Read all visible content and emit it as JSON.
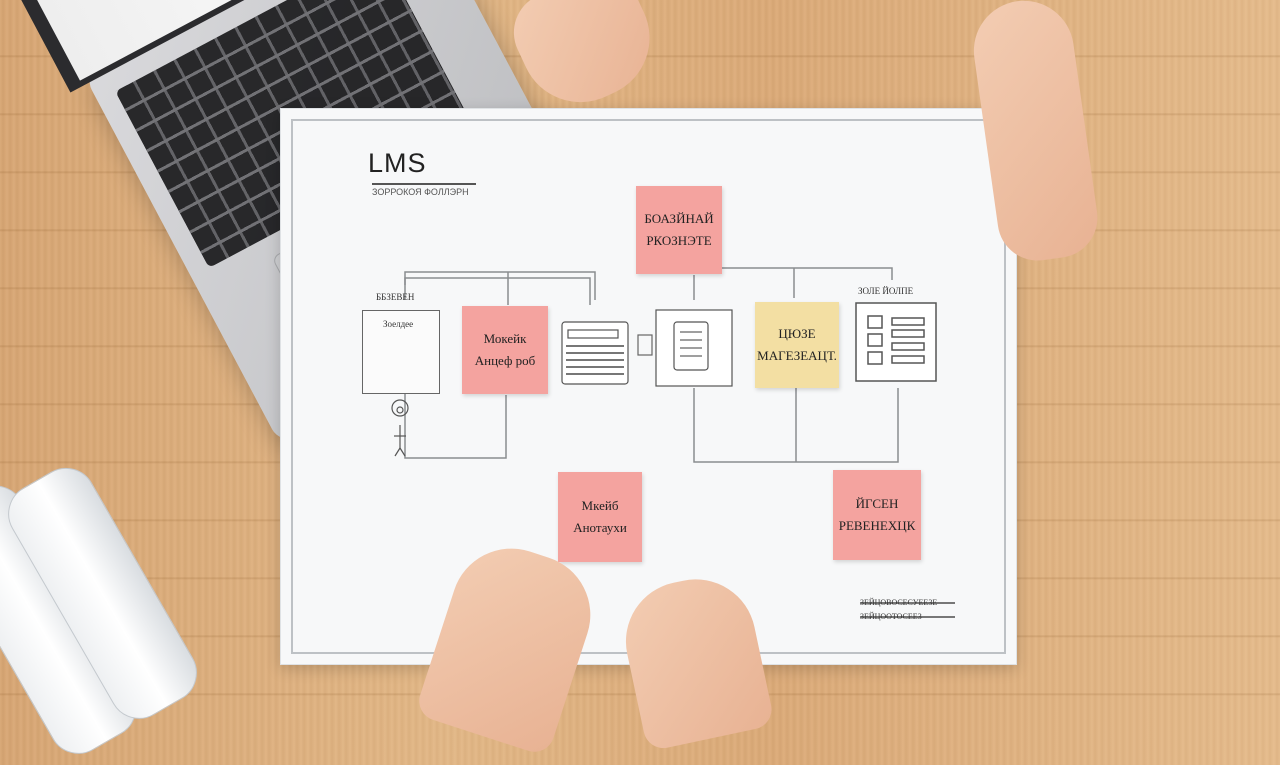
{
  "diagram": {
    "title": "LMS",
    "subtitle": "ЗОРРОКОЯ ФОЛЛЭРН",
    "label_left": "ББЗЕВЕН",
    "label_left_box": "Зоелдее",
    "label_right": "ЗОЛЕ ЙОЛПЕ",
    "notes": [
      {
        "id": "top",
        "line1": "БОАЗЙНАЙ",
        "line2": "РКОЗНЭТЕ"
      },
      {
        "id": "mid-left",
        "line1": "Мокейк",
        "line2": "Анцеф роб"
      },
      {
        "id": "mid-right",
        "line1": "ЦЮЗЕ",
        "line2": "МАГЕЗЕАЦТ."
      },
      {
        "id": "bottom-left",
        "line1": "Мкейб",
        "line2": "Анотаухи"
      },
      {
        "id": "bottom-right",
        "line1": "ЙГСЕН",
        "line2": "РЕВЕНЕХЦК"
      }
    ],
    "footnote_line1": "ЗЕЙЦОВОСЕСУЕЕЗЕ",
    "footnote_line2": "ЗЕЙЦООТОСЕЕЗ"
  }
}
